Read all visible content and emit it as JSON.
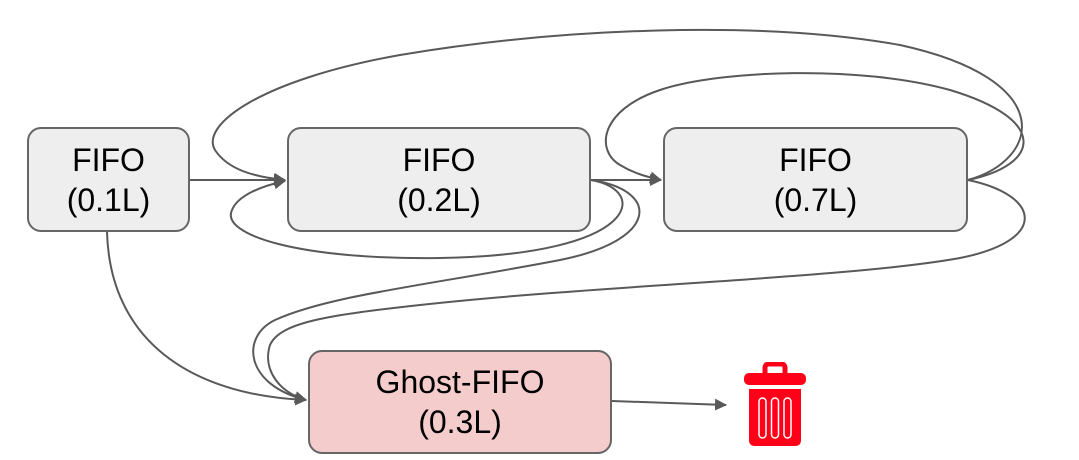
{
  "diagram": {
    "nodes": [
      {
        "id": "fifo-small",
        "line1": "FIFO",
        "line2": "(0.1L)",
        "type": "queue"
      },
      {
        "id": "fifo-mid",
        "line1": "FIFO",
        "line2": "(0.2L)",
        "type": "queue"
      },
      {
        "id": "fifo-large",
        "line1": "FIFO",
        "line2": "(0.7L)",
        "type": "queue"
      },
      {
        "id": "ghost-fifo",
        "line1": "Ghost-FIFO",
        "line2": "(0.3L)",
        "type": "ghost-queue"
      }
    ],
    "sink": {
      "id": "evict",
      "icon": "trash-icon"
    },
    "edges": [
      {
        "from": "fifo-small",
        "to": "fifo-mid"
      },
      {
        "from": "fifo-small",
        "to": "ghost-fifo"
      },
      {
        "from": "fifo-mid",
        "to": "fifo-large"
      },
      {
        "from": "fifo-mid",
        "to": "fifo-mid"
      },
      {
        "from": "fifo-mid",
        "to": "ghost-fifo"
      },
      {
        "from": "fifo-large",
        "to": "fifo-mid"
      },
      {
        "from": "fifo-large",
        "to": "fifo-large"
      },
      {
        "from": "fifo-large",
        "to": "ghost-fifo"
      },
      {
        "from": "ghost-fifo",
        "to": "evict"
      }
    ],
    "colors": {
      "node_fill": "#eeeeee",
      "ghost_fill": "#f4cccc",
      "border": "#666666",
      "edge": "#595959",
      "trash": "#ff0018"
    }
  }
}
